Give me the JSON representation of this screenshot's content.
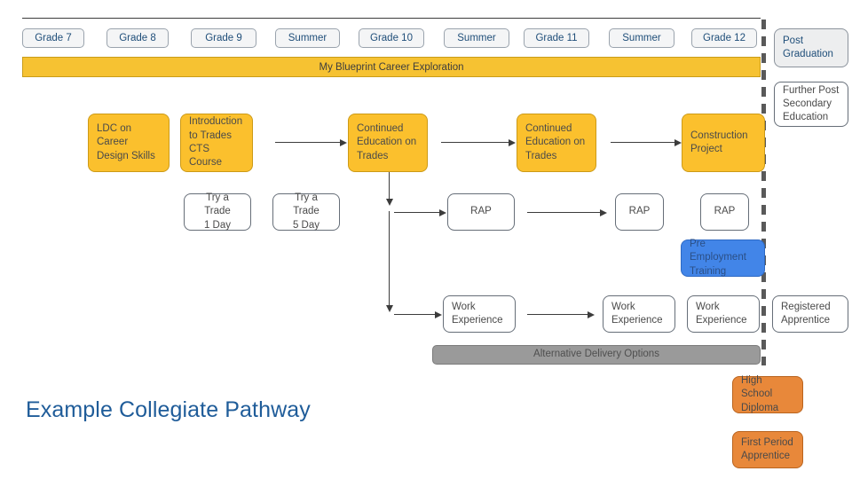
{
  "title": "Example Collegiate Pathway",
  "colors": {
    "yellow": "#fbc02d",
    "orange": "#e8883a",
    "blue": "#4285e8",
    "gray_bar": "#9a9a9a",
    "title_blue": "#1f5c99",
    "pill_text_blue": "#1f4e79",
    "band_yellow": "#f6c232",
    "dashed_separator": "#595959"
  },
  "timeline": {
    "pills": [
      {
        "label": "Grade 7"
      },
      {
        "label": "Grade 8"
      },
      {
        "label": "Grade 9"
      },
      {
        "label": "Summer"
      },
      {
        "label": "Grade 10"
      },
      {
        "label": "Summer"
      },
      {
        "label": "Grade 11"
      },
      {
        "label": "Summer"
      },
      {
        "label": "Grade 12"
      }
    ],
    "band_label": "My Blueprint Career Exploration"
  },
  "right_column": {
    "post_graduation": "Post\nGraduation",
    "further_education": "Further Post\nSecondary\nEducation",
    "registered_apprentice": "Registered\nApprentice",
    "high_school_diploma": "High School\nDiploma",
    "first_period_apprentice": "First Period\nApprentice"
  },
  "rows": {
    "education_track": [
      {
        "label": "LDC on Career\nDesign Skills"
      },
      {
        "label": "Introduction\nto Trades\nCTS Course"
      },
      {
        "label": "Continued\nEducation on\nTrades"
      },
      {
        "label": "Continued\nEducation on\nTrades"
      },
      {
        "label": "Construction\nProject"
      }
    ],
    "try_a_trade": [
      {
        "label": "Try a Trade\n1 Day"
      },
      {
        "label": "Try a Trade\n5 Day"
      }
    ],
    "rap_track": [
      {
        "label": "RAP"
      },
      {
        "label": "RAP"
      },
      {
        "label": "RAP"
      }
    ],
    "pre_employment": "Pre Employment\nTraining",
    "work_experience": [
      {
        "label": "Work\nExperience"
      },
      {
        "label": "Work\nExperience"
      },
      {
        "label": "Work\nExperience"
      }
    ],
    "alternative_delivery": "Alternative Delivery Options"
  }
}
